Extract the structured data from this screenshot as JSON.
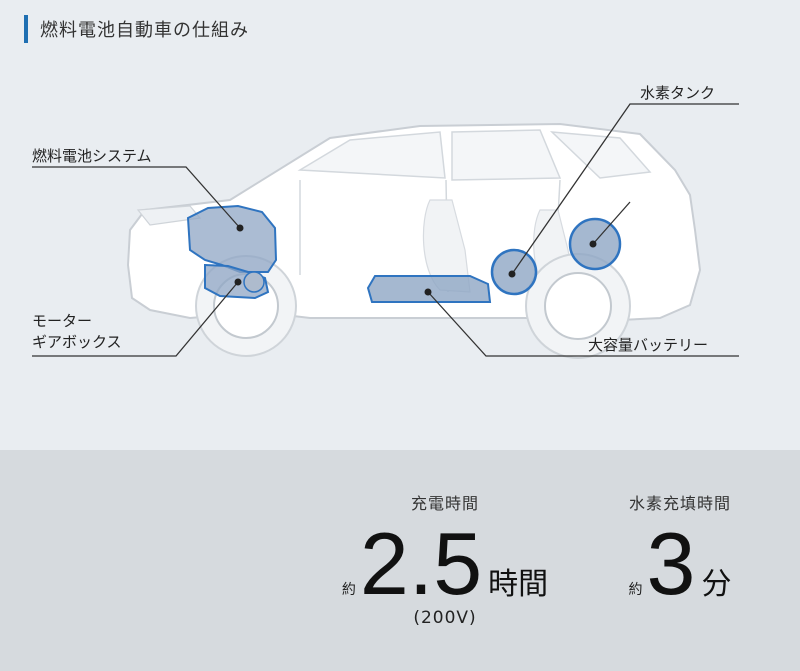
{
  "title": "燃料電池自動車の仕組み",
  "labels": {
    "fuel_cell": "燃料電池システム",
    "motor_line1": "モーター",
    "motor_line2": "ギアボックス",
    "hydrogen_tank": "水素タンク",
    "battery": "大容量バッテリー"
  },
  "stats": {
    "charge": {
      "label": "充電時間",
      "prefix": "約",
      "value": "2.5",
      "unit": "時間",
      "note": "(200V)"
    },
    "hydrogen": {
      "label": "水素充填時間",
      "prefix": "約",
      "value": "3",
      "unit": "分"
    }
  },
  "colors": {
    "accent": "#1f6fb2",
    "component_fill": "#8fa6c4",
    "component_stroke": "#2f74c0",
    "car_body": "#ffffff",
    "background_top": "#e9edf1",
    "background_bottom": "#d6dade"
  }
}
